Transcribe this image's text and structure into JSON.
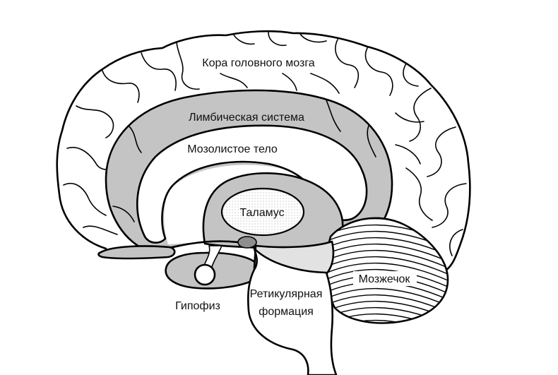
{
  "diagram": {
    "labels": {
      "cortex": "Кора головного мозга",
      "limbic_system": "Лимбическая система",
      "corpus_callosum": "Мозолистое тело",
      "thalamus": "Таламус",
      "cerebellum": "Мозжечок",
      "pituitary": "Гипофиз",
      "reticular_formation": [
        "Ретикулярная",
        "формация"
      ]
    }
  },
  "colors": {
    "outline": "#000000",
    "limbic_gray": "#c4c4c4",
    "midbrain_gray": "#e2e2e2",
    "dark_gray": "#8e8e8e",
    "background": "#ffffff"
  }
}
